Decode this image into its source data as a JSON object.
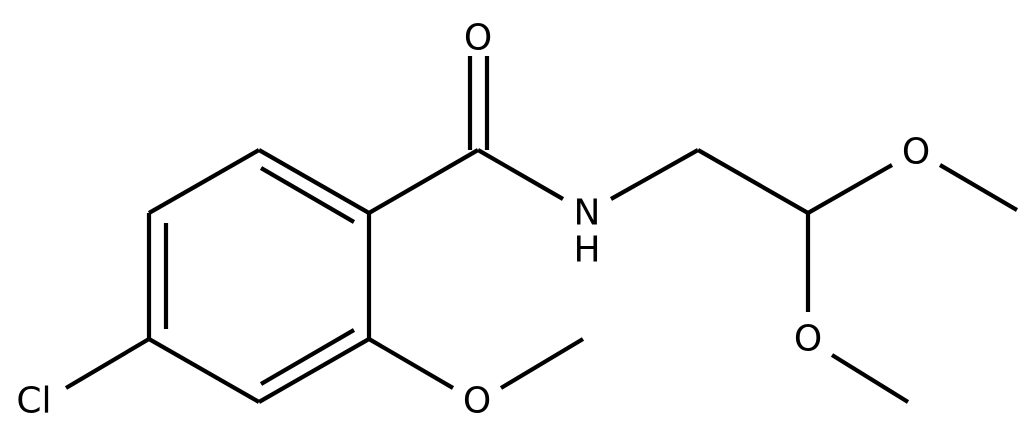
{
  "molecule": {
    "atoms": {
      "carbonyl_o": "O",
      "amide_n": "N",
      "amide_h": "H",
      "acetal_o_upper": "O",
      "acetal_o_lower": "O",
      "aryl_o": "O",
      "chlorine": "Cl"
    }
  },
  "colors": {
    "bond": "#000000",
    "label": "#000000",
    "background": "#ffffff"
  }
}
